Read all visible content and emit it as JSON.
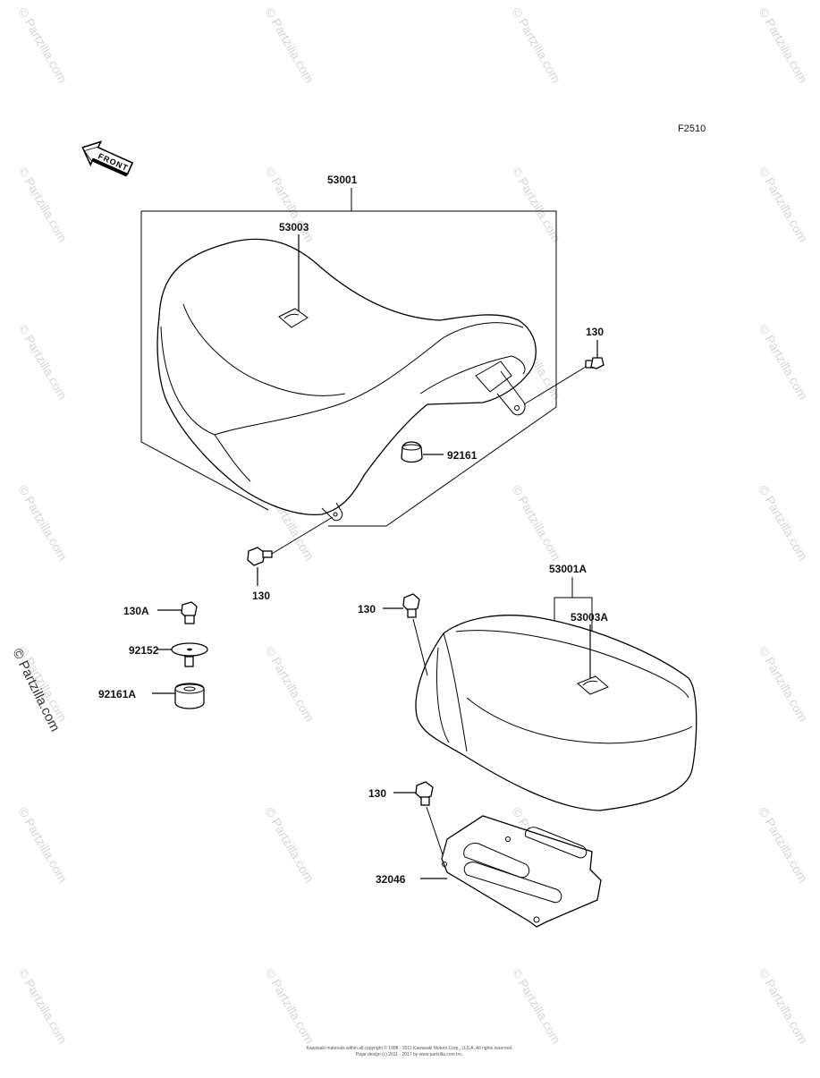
{
  "diagram": {
    "figure_code": "F2510",
    "front_label": "FRONT",
    "side_watermark": "© Partzilla.com",
    "watermark_text": "© Partzilla.com",
    "footer_lines": [
      "Kawasaki materials within all copyright © 1998 - 2011 Kawasaki Motors Corp., U.S.A. All rights reserved.",
      "Page design (c) 2011 - 2017 by www.partzilla.com Inc."
    ],
    "labels": {
      "p53001": "53001",
      "p53003": "53003",
      "p130_top": "130",
      "p92161": "92161",
      "p130_mid": "130",
      "p130A": "130A",
      "p92152": "92152",
      "p92161A": "92161A",
      "p53001A": "53001A",
      "p53003A": "53003A",
      "p130_left": "130",
      "p130_low": "130",
      "p32046": "32046"
    }
  }
}
